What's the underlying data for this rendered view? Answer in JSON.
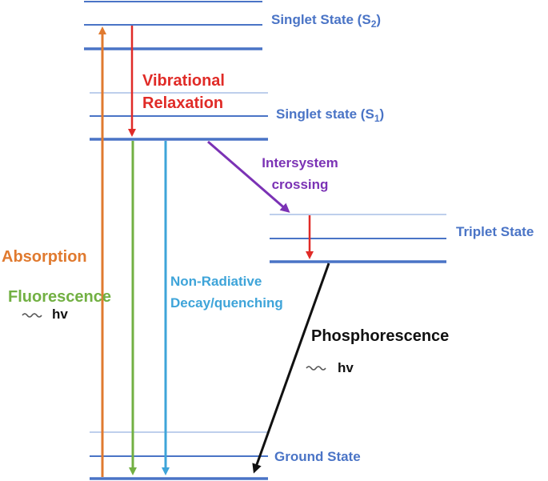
{
  "colors": {
    "level": "#4a74c6",
    "level_light": "#a9bfe6",
    "absorption": "#e07a2f",
    "fluorescence": "#72b043",
    "nonradiative": "#3ea4d9",
    "vibrational": "#e02b27",
    "intersystem": "#7b32b5",
    "phosphorescence": "#111111",
    "state_label": "#4a74c6"
  },
  "states": {
    "s2": {
      "label": "Singlet State (S",
      "sub": "2",
      "close": ")"
    },
    "s1": {
      "label": "Singlet state (S",
      "sub": "1",
      "close": ")"
    },
    "triplet": {
      "label": "Triplet State"
    },
    "ground": {
      "label": "Ground State"
    }
  },
  "processes": {
    "absorption": "Absorption",
    "fluorescence": "Fluorescence",
    "hv": "hv",
    "vibrational": [
      "Vibrational",
      "Relaxation"
    ],
    "intersystem": [
      "Intersystem",
      "crossing"
    ],
    "nonradiative": [
      "Non-Radiative",
      "Decay/quenching"
    ],
    "phosphorescence": "Phosphorescence"
  },
  "icons": {
    "wave": "wave-icon"
  }
}
